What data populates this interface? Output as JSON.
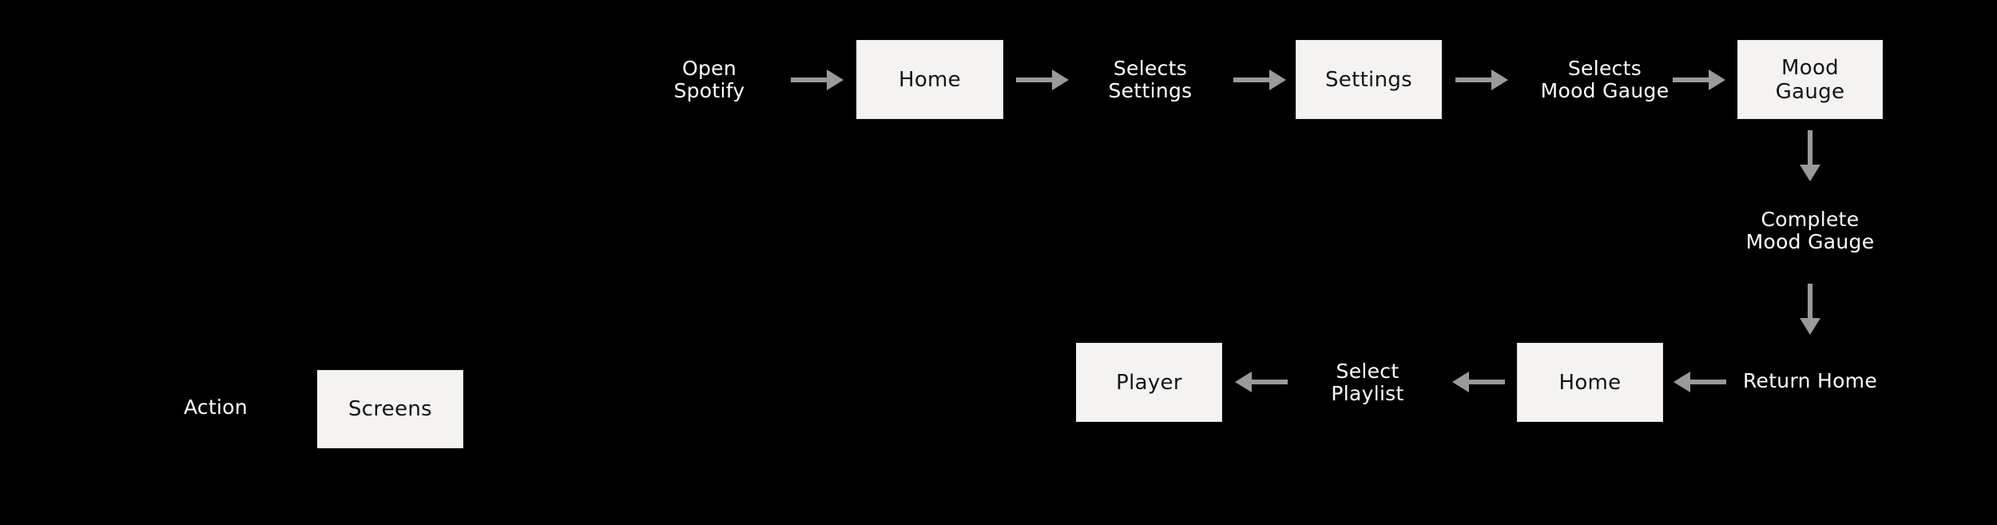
{
  "colors": {
    "background": "#000000",
    "box_fill": "#f4f3f1",
    "box_border": "#e3e1dd",
    "box_text": "#141414",
    "label_text": "#ffffff",
    "arrow": "#9a9a9a"
  },
  "legend": {
    "action": "Action",
    "screens": "Screens"
  },
  "flow": {
    "open_spotify": [
      "Open",
      "Spotify"
    ],
    "home_top": "Home",
    "selects_settings": [
      "Selects",
      "Settings"
    ],
    "settings": "Settings",
    "selects_mood_gauge": [
      "Selects",
      "Mood Gauge"
    ],
    "mood_gauge": [
      "Mood",
      "Gauge"
    ],
    "complete_mood_gauge": [
      "Complete",
      "Mood Gauge"
    ],
    "return_home": "Return Home",
    "home_bottom": "Home",
    "select_playlist": [
      "Select",
      "Playlist"
    ],
    "player": "Player"
  }
}
